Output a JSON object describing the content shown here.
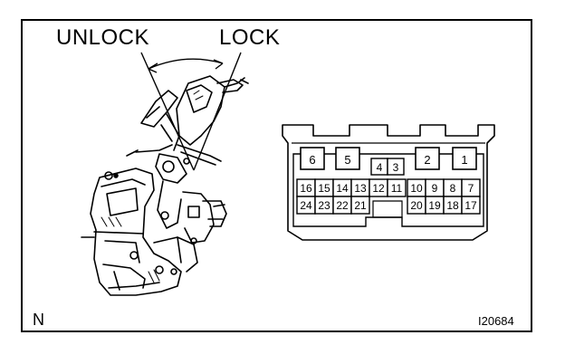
{
  "labels": {
    "unlock": "UNLOCK",
    "lock": "LOCK",
    "view": "N",
    "code": "I20684"
  },
  "connector": {
    "top_pins": [
      "6",
      "5",
      "4",
      "3",
      "2",
      "1"
    ],
    "row1": [
      "16",
      "15",
      "14",
      "13",
      "12",
      "11",
      "10",
      "9",
      "8",
      "7"
    ],
    "row2": [
      "24",
      "23",
      "22",
      "21",
      "20",
      "19",
      "18",
      "17"
    ]
  },
  "colors": {
    "ink": "#000000",
    "paper": "#ffffff"
  }
}
